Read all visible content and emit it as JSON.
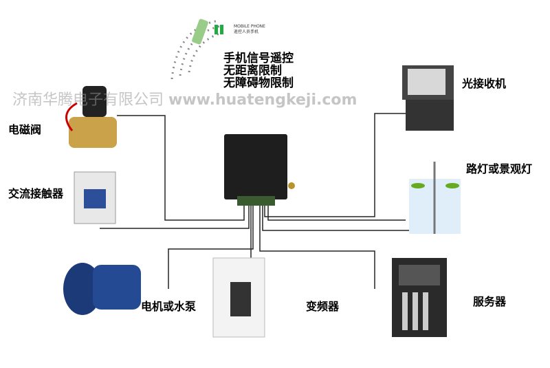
{
  "watermark": {
    "company": "济南华腾电子有限公司",
    "url": "www.huatengkeji.com"
  },
  "phone": {
    "title": "MOBILE PHONE",
    "subtitle": "遥控人员手机"
  },
  "signal_text": [
    "手机信号遥控",
    "无距离限制",
    "无障碍物限制"
  ],
  "devices": {
    "solenoid_valve": "电磁阀",
    "ac_contactor": "交流接触器",
    "motor_pump": "电机或水泵",
    "inverter": "变频器",
    "server": "服务器",
    "street_light": "路灯或景观灯",
    "optical_receiver": "光接收机"
  }
}
